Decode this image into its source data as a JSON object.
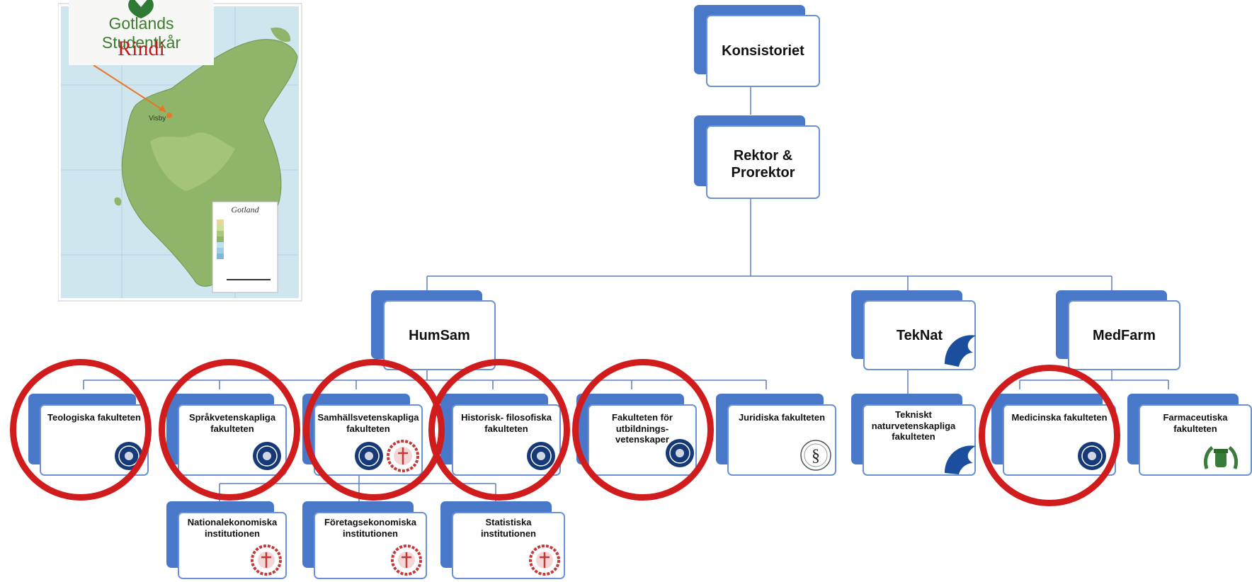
{
  "logo": {
    "line1": "Gotlands Studentkår",
    "line2": "Rindi",
    "leaf_icon": "leaf-icon"
  },
  "map": {
    "title": "Gotland",
    "place_label": "Visby"
  },
  "org": {
    "konsistoriet": "Konsistoriet",
    "rektor": "Rektor &\nProrektor",
    "areas": {
      "humsam": "HumSam",
      "teknat": "TekNat",
      "medfarm": "MedFarm"
    },
    "faculties": {
      "teologiska": "Teologiska fakulteten",
      "sprakvetenskapliga": "Språkvetenskapliga\nfakulteten",
      "samhallsvetenskapliga": "Samhällsvetenskapliga\nfakulteten",
      "historisk": "Historisk- filosofiska\nfakulteten",
      "utbildning": "Fakulteten för\nutbildnings-\nvetenskaper",
      "juridiska": "Juridiska fakulteten",
      "tekniskt": "Tekniskt\nnaturvetenskapliga\nfakulteten",
      "medicinska": "Medicinska fakulteten",
      "farmaceutiska": "Farmaceutiska\nfakulteten"
    },
    "institutions": {
      "nationalekonomiska": "Nationalekonomiska\ninstitutionen",
      "foretagsekonomiska": "Företagsekonomiska\ninstitutionen",
      "statistiska": "Statistiska\ninstitutionen"
    }
  },
  "colors": {
    "node_fill": "#4a78c8",
    "node_border": "#6b92d6",
    "highlight_ring": "#d01c1c",
    "connector": "#5b7fbf"
  }
}
